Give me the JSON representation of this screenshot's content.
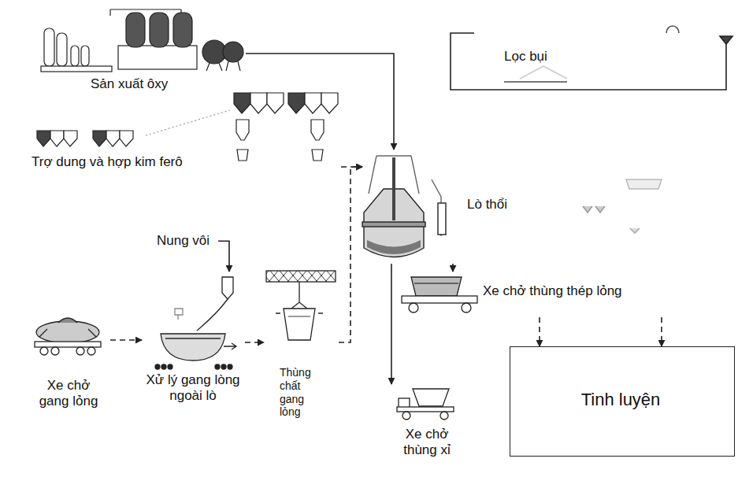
{
  "diagram": {
    "nodes": [
      {
        "text": [
          "Sản xuất ôxy"
        ]
      },
      {
        "text": [
          "Lọc bụi"
        ]
      },
      {
        "text": [
          "Trợ dung và hợp kim ferô"
        ]
      },
      {
        "text": [
          "Lò thổi"
        ]
      },
      {
        "text": [
          "Nung vôi"
        ]
      },
      {
        "text": [
          "Xe chở gang lỏng"
        ]
      },
      {
        "text": [
          "Xử lý gang lòng ngoài lò"
        ]
      },
      {
        "text": [
          "Thùng chất gang lỏng"
        ]
      },
      {
        "text": [
          "Xe chở thùng thép lỏng"
        ]
      },
      {
        "text": [
          "Xe chở thùng xỉ"
        ]
      },
      {
        "text": [
          "Tinh luyện"
        ]
      }
    ],
    "edges": [
      {
        "from": 0,
        "to": 3,
        "arrow": "to"
      },
      {
        "from": 2,
        "to": 3,
        "arrow": "to"
      },
      {
        "from": 4,
        "to": 6,
        "arrow": "to"
      },
      {
        "from": 5,
        "to": 6,
        "arrow": "to"
      },
      {
        "from": 6,
        "to": 7,
        "arrow": "to"
      },
      {
        "from": 7,
        "to": 3,
        "arrow": "to"
      },
      {
        "from": 3,
        "to": 8,
        "arrow": "to"
      },
      {
        "from": 3,
        "to": 9,
        "arrow": "to"
      },
      {
        "from": 8,
        "to": 10,
        "arrow": "to"
      },
      {
        "from": 8,
        "to": 10,
        "arrow": "to"
      }
    ]
  }
}
